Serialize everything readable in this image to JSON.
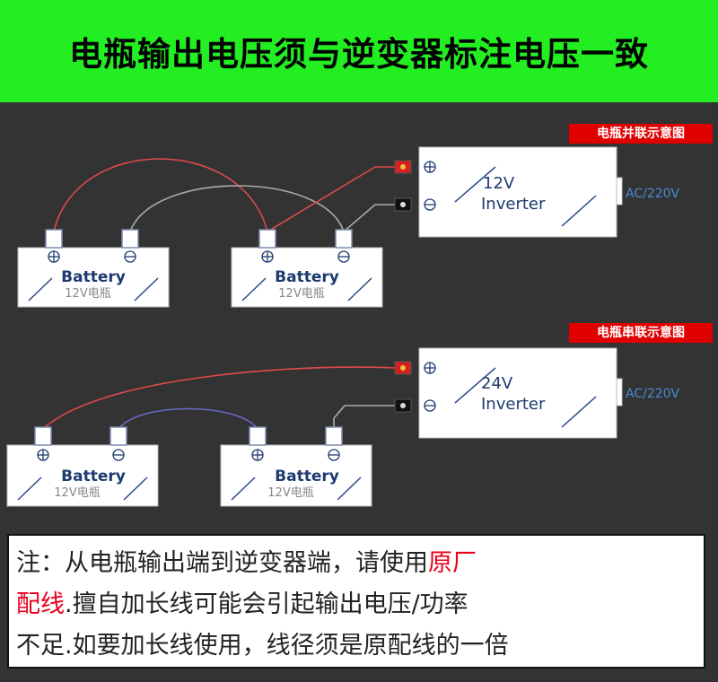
{
  "title": "电瓶输出电压须与逆变器标注电压一致",
  "colors": {
    "banner": "#22ee22",
    "tag": "#e00000",
    "highlight": "#e8001c",
    "diagram_bg": "#333333"
  },
  "sections": {
    "parallel": {
      "tag": "电瓶并联示意图",
      "inverter_voltage": "12V",
      "inverter_label": "Inverter",
      "output": "AC/220V"
    },
    "series": {
      "tag": "电瓶串联示意图",
      "inverter_voltage": "24V",
      "inverter_label": "Inverter",
      "output": "AC/220V"
    }
  },
  "battery": {
    "label": "Battery",
    "sub": "12V电瓶"
  },
  "note": {
    "line1_prefix": "注：从电瓶输出端到逆变器端，请使用",
    "line1_highlight": "原厂",
    "line2_highlight": "配线",
    "line2_suffix": ".擅自加长线可能会引起输出电压/功率",
    "line3": "不足.如要加长线使用，线径须是原配线的一倍"
  }
}
